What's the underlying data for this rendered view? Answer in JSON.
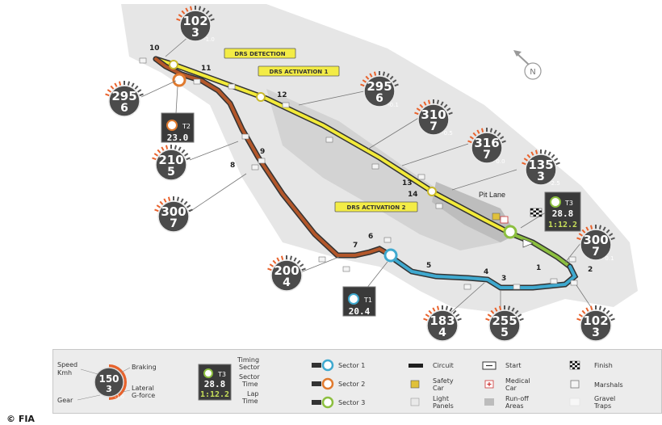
{
  "turns": [
    "1",
    "2",
    "3",
    "4",
    "5",
    "6",
    "7",
    "8",
    "9",
    "10",
    "11",
    "12",
    "13",
    "14"
  ],
  "drs": {
    "detection": "DRS DETECTION",
    "activation1": "DRS ACTIVATION 1",
    "activation2": "DRS ACTIVATION 2"
  },
  "pit_lane": "Pit Lane",
  "compass": "N",
  "gauges": [
    {
      "speed": "102",
      "gear": "3",
      "g": "-1.0"
    },
    {
      "speed": "295",
      "gear": "6",
      "g": "0.1"
    },
    {
      "speed": "295",
      "gear": "6",
      "g": "-0.1"
    },
    {
      "speed": "310",
      "gear": "7",
      "g": "-0.5"
    },
    {
      "speed": "316",
      "gear": "7",
      "g": "0.0"
    },
    {
      "speed": "135",
      "gear": "3",
      "g": "-2.5"
    },
    {
      "speed": "210",
      "gear": "5",
      "g": "2.1"
    },
    {
      "speed": "300",
      "gear": "7",
      "g": "-0.5"
    },
    {
      "speed": "200",
      "gear": "4",
      "g": "-2.5"
    },
    {
      "speed": "300",
      "gear": "7",
      "g": "0.1"
    },
    {
      "speed": "183",
      "gear": "4",
      "g": "-1.0"
    },
    {
      "speed": "255",
      "gear": "5",
      "g": "0.5"
    },
    {
      "speed": "102",
      "gear": "3",
      "g": "-1.0"
    }
  ],
  "timing": {
    "t1": {
      "label": "T1",
      "time": "20.4"
    },
    "t2": {
      "label": "T2",
      "time": "23.0"
    },
    "t3": {
      "label": "T3",
      "time": "28.8",
      "lap": "1:12.2"
    }
  },
  "legend": {
    "speed": "Speed",
    "kmh": "Kmh",
    "gear": "Gear",
    "braking": "Braking",
    "lateral": "Lateral",
    "gforce": "G-force",
    "sample_speed": "150",
    "sample_gear": "3",
    "sample_g": "-1.0",
    "timing_sector": "Timing",
    "timing_sector2": "Sector",
    "sector_time": "Sector",
    "sector_time2": "Time",
    "lap_time": "Lap",
    "lap_time2": "Time",
    "sample_t_label": "T3",
    "sample_sector_time": "28.8",
    "sample_lap_time": "1:12.2",
    "sector1": "Sector 1",
    "sector2": "Sector 2",
    "sector3": "Sector 3",
    "circuit": "Circuit",
    "safety_car": "Safety",
    "safety_car2": "Car",
    "light_panels": "Light",
    "light_panels2": "Panels",
    "start": "Start",
    "medical_car": "Medical",
    "medical_car2": "Car",
    "runoff": "Run-off",
    "runoff2": "Areas",
    "finish": "Finish",
    "marshals": "Marshals",
    "gravel": "Gravel",
    "gravel2": "Traps"
  },
  "colors": {
    "sector1": "#3fa9cf",
    "sector2": "#e07a2e",
    "sector3": "#8cbf3f",
    "drs_zone": "#f2ea3a",
    "gauge": "#4b4b4b",
    "braking": "#e8622c",
    "timing_box": "#3a3a3a",
    "timing_green": "#c8e05a"
  },
  "copyright": "© FIA"
}
